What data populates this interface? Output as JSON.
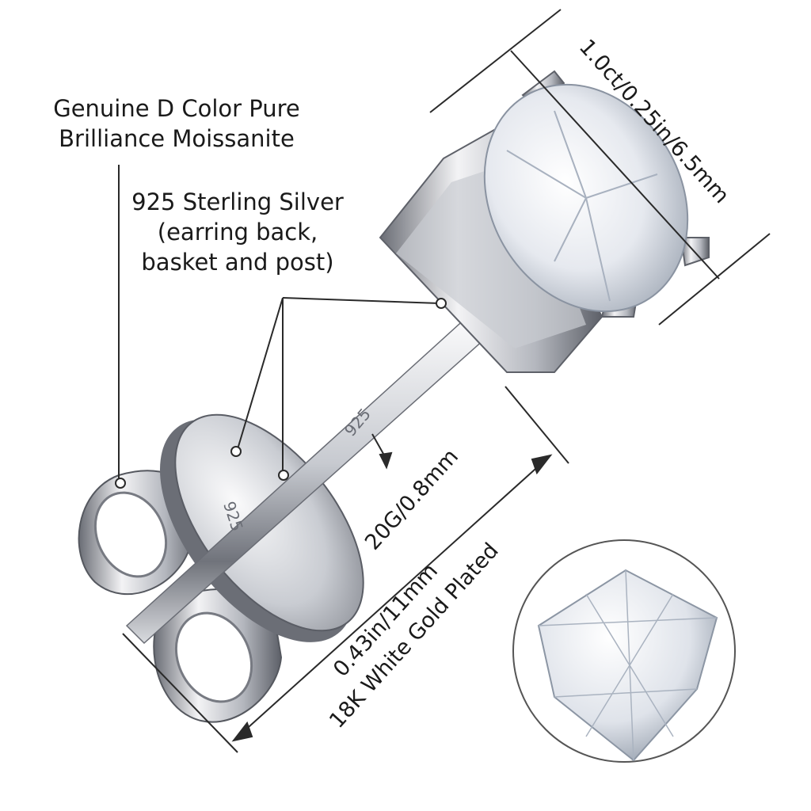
{
  "labels": {
    "stone": [
      "Genuine D Color Pure",
      "Brilliance Moissanite"
    ],
    "metal": [
      "925 Sterling Silver",
      "(earring back,",
      "basket and post)"
    ],
    "diameter": "1.0ct/0.25in/6.5mm",
    "gauge": "20G/0.8mm",
    "length": "0.43in/11mm",
    "plating": "18K White Gold Plated",
    "post_stamp": "925",
    "back_stamp": "925"
  },
  "colors": {
    "text": "#1a1a1a",
    "metal_light": "#f4f4f6",
    "metal_mid": "#b9bcc3",
    "metal_dark": "#5e6169",
    "gem_light": "#ffffff",
    "gem_shade": "#9aa3b0"
  }
}
